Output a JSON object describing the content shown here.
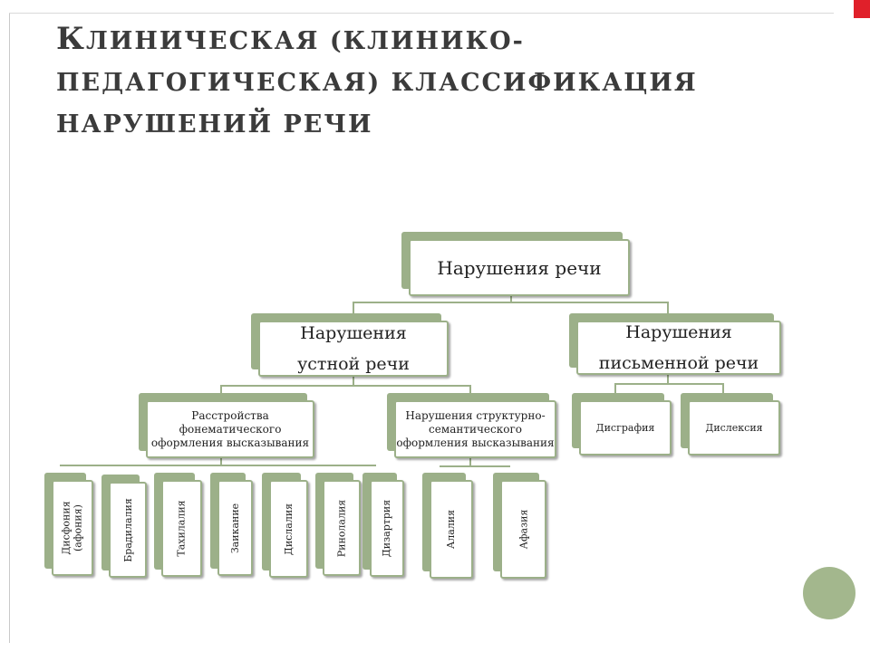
{
  "title": {
    "line1_cap": "К",
    "line1_rest": "линическая (клинико-",
    "line2": "педагогическая) классификация",
    "line3": "нарушений речи"
  },
  "diagram": {
    "root": "Нарушения речи",
    "oral": {
      "line1": "Нарушения",
      "line2": "устной речи"
    },
    "written": {
      "line1": "Нарушения",
      "line2": "письменной речи"
    },
    "phonematic": {
      "line1": "Расстройства",
      "line2": "фонематического",
      "line3": "оформления высказывания"
    },
    "structural": {
      "line1": "Нарушения структурно-",
      "line2": "семантического",
      "line3": "оформления высказывания"
    },
    "dysgraphia": "Дисграфия",
    "dyslexia": "Дислексия",
    "phon_leaves": [
      {
        "line1": "Дисфония",
        "line2": "(афония)"
      },
      {
        "line1": "Брадилалия",
        "line2": ""
      },
      {
        "line1": "Тахилалия",
        "line2": ""
      },
      {
        "line1": "Заикание",
        "line2": ""
      },
      {
        "line1": "Дислалия",
        "line2": ""
      },
      {
        "line1": "Ринолалия",
        "line2": ""
      },
      {
        "line1": "Дизартрия",
        "line2": ""
      }
    ],
    "struct_leaves": [
      {
        "line1": "Алалия"
      },
      {
        "line1": "Афазия"
      }
    ]
  },
  "colors": {
    "accent_green": "#9cb089",
    "corner_red": "#e0202a",
    "title_text": "#3b3b3b"
  }
}
